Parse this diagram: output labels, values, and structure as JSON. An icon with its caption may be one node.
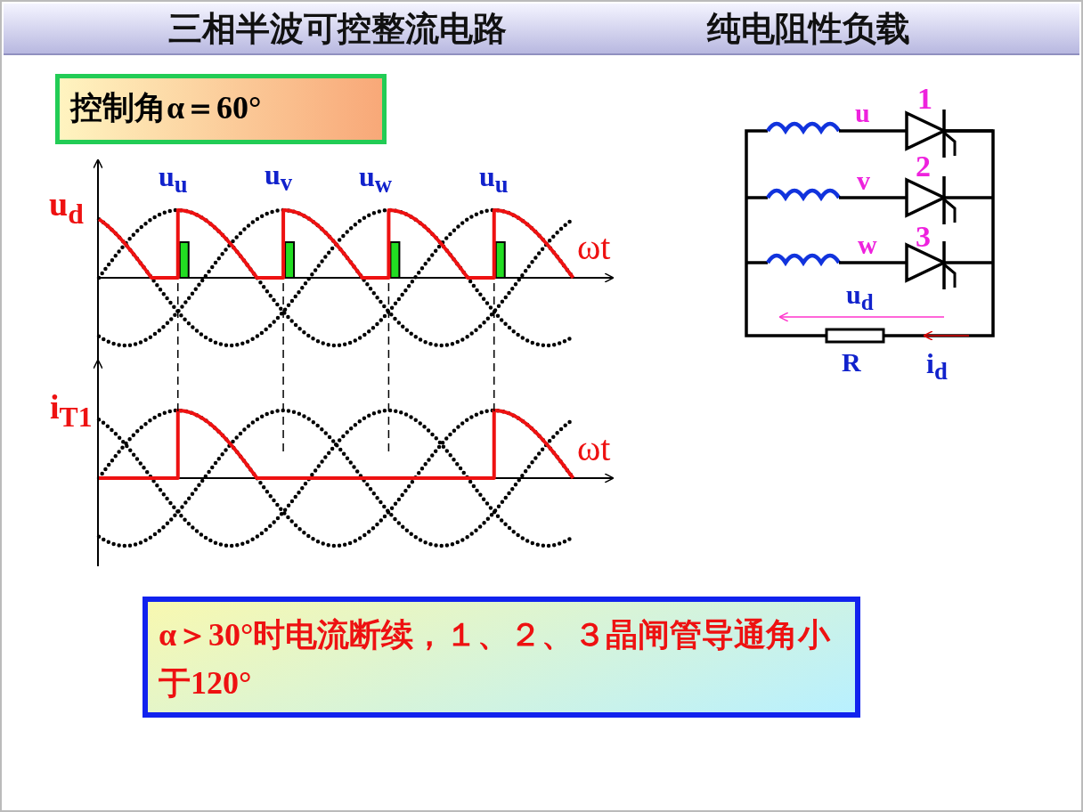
{
  "diagram": {
    "nodes": [
      {
        "text": [
          "三相半波可控整流电路",
          "纯电阻性负载"
        ]
      },
      {
        "text": [
          "控制角α＝60°"
        ]
      },
      {
        "text": [
          "α＞30°时电流断续，１、２、３晶闸管导通角小于120°"
        ]
      }
    ],
    "labels": [
      "u$_{u}$",
      "u$_{v}$",
      "u$_{w}$",
      "u$_{u}$",
      "u$_{d}$",
      "ωt",
      "i$_{T1}$",
      "ωt",
      "1",
      "u",
      "2",
      "v",
      "3",
      "w",
      "u$_{d}$",
      "R",
      "i$_{d}$"
    ]
  }
}
